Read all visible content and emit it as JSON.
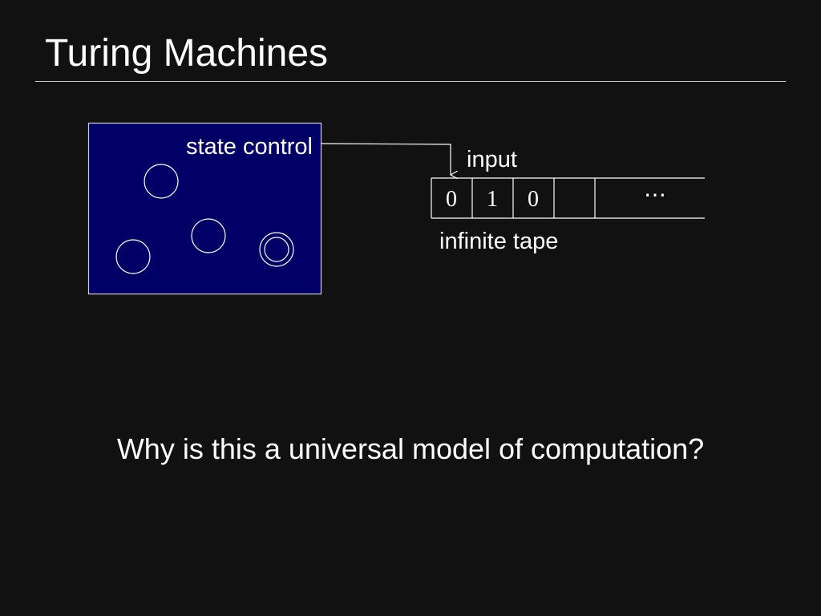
{
  "slide": {
    "title": "Turing Machines",
    "question": "Why is this a universal model of computation?"
  },
  "diagram": {
    "state_control_label": "state control",
    "input_label": "input",
    "tape_label": "infinite tape",
    "tape_cells": [
      "0",
      "1",
      "0",
      ""
    ],
    "tape_ellipsis": "⋯",
    "states": [
      {
        "kind": "state"
      },
      {
        "kind": "state"
      },
      {
        "kind": "state"
      },
      {
        "kind": "accept-state"
      }
    ]
  },
  "colors": {
    "background": "#111111",
    "state_control_fill": "#000066",
    "line": "#ffffff"
  }
}
